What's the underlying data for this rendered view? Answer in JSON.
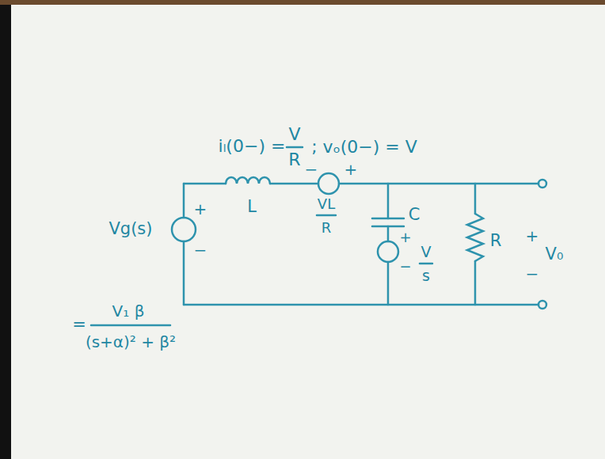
{
  "diagram": {
    "labels": [
      "iₗ(0−) =",
      "V",
      "R",
      "; vₒ(0−) = V",
      "+",
      "−",
      "Vg(s)",
      "=",
      "V₁ β",
      "(s+α)² + β²",
      "L",
      "−",
      "+",
      "VL",
      "R",
      "C",
      "+",
      "−",
      "V",
      "s",
      "R",
      "+",
      "V₀",
      "−"
    ]
  }
}
